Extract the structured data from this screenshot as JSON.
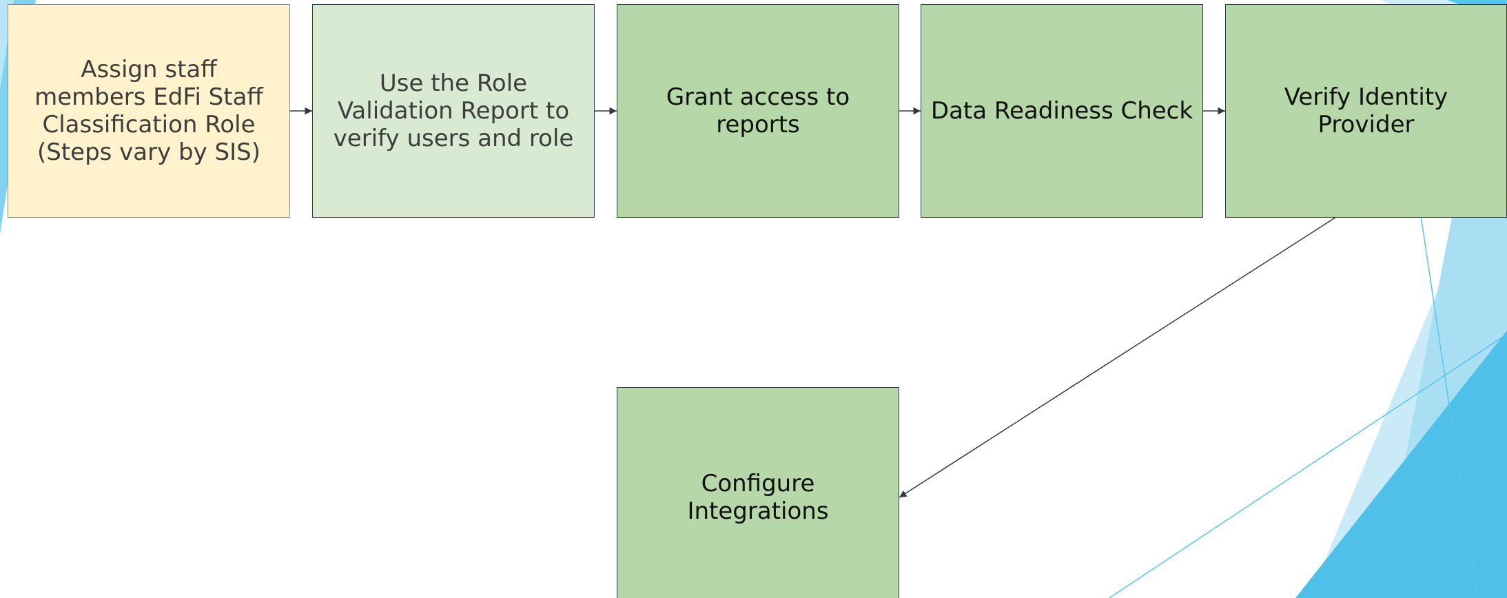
{
  "colors": {
    "step_pending": "#fff2cc",
    "step_light": "#d9ead3",
    "step_active": "#b6d7a8",
    "border": "#2f3b45",
    "connector": "#2f3b45",
    "accent_blue": "#55c5ec"
  },
  "steps": [
    {
      "id": "assign-staff-roles",
      "label": "Assign staff members EdFi Staff Classification Role (Steps vary by SIS)"
    },
    {
      "id": "role-validation-report",
      "label": "Use the Role Validation Report to verify users and role"
    },
    {
      "id": "grant-access",
      "label": "Grant access to reports"
    },
    {
      "id": "data-readiness",
      "label": "Data Readiness Check"
    },
    {
      "id": "verify-identity-provider",
      "label": "Verify Identity Provider"
    },
    {
      "id": "configure-integrations",
      "label": "Configure Integrations"
    }
  ],
  "connections": [
    {
      "from": "assign-staff-roles",
      "to": "role-validation-report"
    },
    {
      "from": "role-validation-report",
      "to": "grant-access"
    },
    {
      "from": "grant-access",
      "to": "data-readiness"
    },
    {
      "from": "data-readiness",
      "to": "verify-identity-provider"
    },
    {
      "from": "verify-identity-provider",
      "to": "configure-integrations"
    }
  ]
}
